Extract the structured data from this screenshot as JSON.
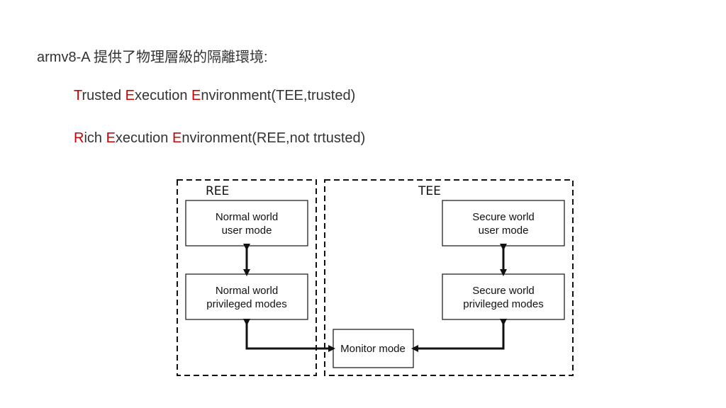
{
  "title": "armv8-A  提供了物理層級的隔離環境:",
  "lines": [
    {
      "parts": [
        {
          "text": "T",
          "highlight": true
        },
        {
          "text": "rusted ",
          "highlight": false
        },
        {
          "text": "E",
          "highlight": true
        },
        {
          "text": "xecution ",
          "highlight": false
        },
        {
          "text": "E",
          "highlight": true
        },
        {
          "text": "nvironment(TEE,trusted)",
          "highlight": false
        }
      ]
    },
    {
      "parts": [
        {
          "text": "R",
          "highlight": true
        },
        {
          "text": "ich ",
          "highlight": false
        },
        {
          "text": "E",
          "highlight": true
        },
        {
          "text": "xecution ",
          "highlight": false
        },
        {
          "text": "E",
          "highlight": true
        },
        {
          "text": "nvironment(REE,not trtusted)",
          "highlight": false
        }
      ]
    }
  ],
  "colors": {
    "text": "#333333",
    "highlight": "#cc0000",
    "diagram_stroke": "#111111"
  },
  "diagram": {
    "ree_label": "REE",
    "tee_label": "TEE",
    "normal_user": [
      "Normal world",
      "user mode"
    ],
    "normal_priv": [
      "Normal world",
      "privileged modes"
    ],
    "secure_user": [
      "Secure world",
      "user mode"
    ],
    "secure_priv": [
      "Secure world",
      "privileged modes"
    ],
    "monitor": "Monitor mode"
  }
}
